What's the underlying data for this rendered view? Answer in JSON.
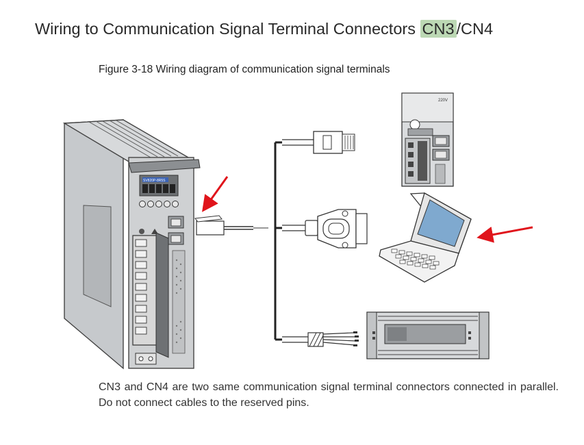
{
  "heading": {
    "text_before": "Wiring to Communication Signal Terminal Connectors ",
    "highlight": "CN3",
    "text_after": "/CN4"
  },
  "figure": {
    "caption": "Figure 3-18 Wiring diagram of communication signal terminals",
    "drive_model_label": "SV820P-8R5S",
    "small_drive_voltage_label": "220V",
    "icons": [
      "servo-drive-icon",
      "rj45-plug-icon",
      "db9-connector-icon",
      "wire-bundle-icon",
      "laptop-icon",
      "plc-controller-icon",
      "red-arrow-icon"
    ],
    "colors": {
      "arrow": "#e0141b",
      "laptop_screen": "#7fa9cf",
      "highlight": "#bcd8b4"
    }
  },
  "description": "CN3 and CN4 are two same communication signal terminal connectors connected in parallel. Do not connect cables to the reserved pins."
}
